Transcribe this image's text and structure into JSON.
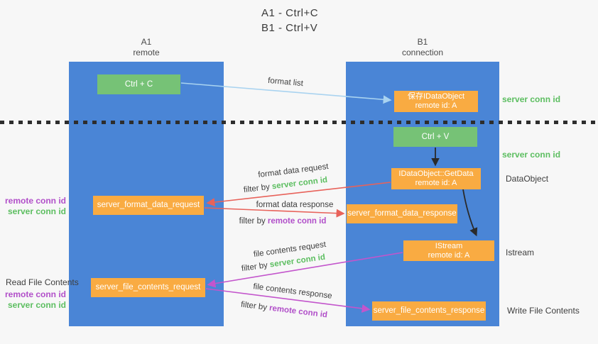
{
  "title": {
    "line1": "A1 - Ctrl+C",
    "line2": "B1 - Ctrl+V"
  },
  "columns": {
    "left": {
      "name": "A1",
      "subtitle": "remote"
    },
    "right": {
      "name": "B1",
      "subtitle": "connection"
    }
  },
  "nodes": {
    "ctrl_c": {
      "label": "Ctrl + C"
    },
    "ctrl_v": {
      "label": "Ctrl + V"
    },
    "save_idataobject": {
      "line1": "保存IDataObject",
      "line2": "remote id: A"
    },
    "idataobject_getdata": {
      "line1": "IDataObject::GetData",
      "line2": "remote id: A"
    },
    "istream": {
      "line1": "IStream",
      "line2": "remote id: A"
    },
    "server_format_data_request": {
      "label": "server_format_data_request"
    },
    "server_format_data_response": {
      "label": "server_format_data_response"
    },
    "server_file_contents_request": {
      "label": "server_file_contents_request"
    },
    "server_file_contents_response": {
      "label": "server_file_contents_response"
    }
  },
  "flow_labels": {
    "format_list": "format list",
    "format_data_request": "format data request",
    "format_data_request_filter": {
      "prefix": "filter by ",
      "value": "server conn id"
    },
    "format_data_response": "format data response",
    "format_data_response_filter": {
      "prefix": "filter by ",
      "value": "remote conn id"
    },
    "file_contents_request": "file contents request",
    "file_contents_request_filter": {
      "prefix": "filter by ",
      "value": "server conn id"
    },
    "file_contents_response": "file contents response",
    "file_contents_response_filter": {
      "prefix": "filter by ",
      "value": "remote conn id"
    }
  },
  "side_labels": {
    "right_server_conn_id_1": "server conn id",
    "right_server_conn_id_2": "server conn id",
    "dataobject": "DataObject",
    "istream": "Istream",
    "write_file_contents": "Write File Contents",
    "read_file_contents": "Read File Contents",
    "left_remote_conn_id_1": "remote conn id",
    "left_server_conn_id_1": "server conn id",
    "left_remote_conn_id_2": "remote conn id",
    "left_server_conn_id_2": "server conn id"
  },
  "colors": {
    "column_blue": "#4a85d6",
    "box_green": "#76c276",
    "box_orange": "#f9ab42",
    "accent_green": "#5cbe60",
    "accent_purple": "#b14fc9",
    "arrow_red": "#e8625a",
    "arrow_magenta": "#c355cc",
    "arrow_lightblue": "#a9d3f0",
    "arrow_black": "#2a2a2a",
    "background": "#f7f7f7"
  }
}
